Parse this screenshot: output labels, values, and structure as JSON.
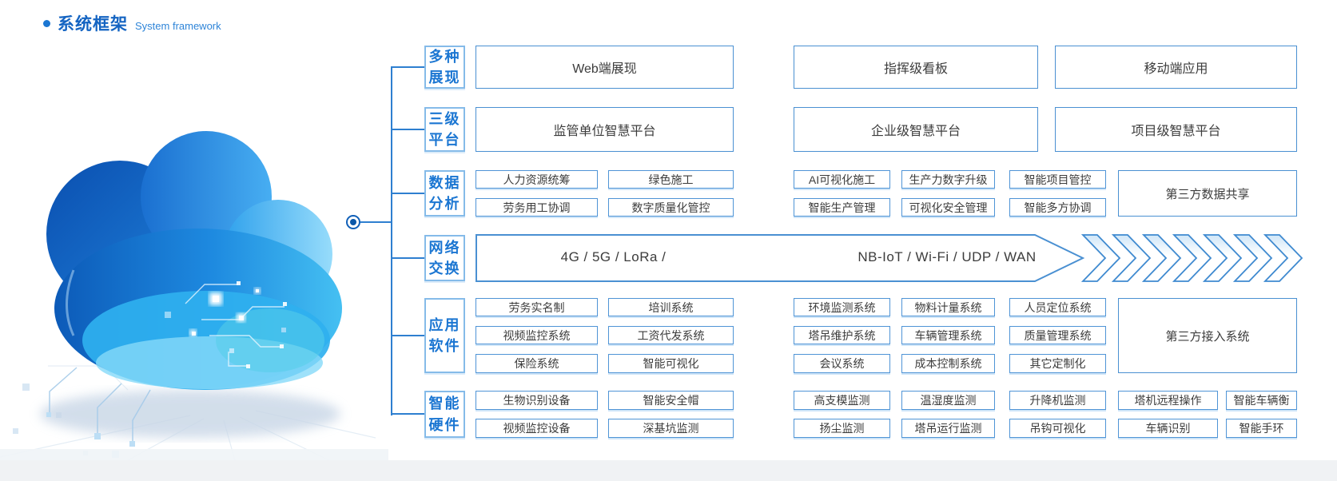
{
  "title": {
    "zh": "系统框架",
    "en": "System framework"
  },
  "categories": {
    "display": {
      "line1": "多种",
      "line2": "展现"
    },
    "platform": {
      "line1": "三级",
      "line2": "平台"
    },
    "data": {
      "line1": "数据",
      "line2": "分析"
    },
    "network": {
      "line1": "网络",
      "line2": "交换"
    },
    "software": {
      "line1": "应用",
      "line2": "软件"
    },
    "hardware": {
      "line1": "智能",
      "line2": "硬件"
    }
  },
  "display_row": {
    "col1": "Web端展现",
    "col2": "指挥级看板",
    "col3": "移动端应用"
  },
  "platform_row": {
    "col1": "监管单位智慧平台",
    "col2": "企业级智慧平台",
    "col3": "项目级智慧平台"
  },
  "data_analysis": {
    "left": [
      [
        "人力资源统筹",
        "绿色施工"
      ],
      [
        "劳务用工协调",
        "数字质量化管控"
      ]
    ],
    "right": [
      [
        "AI可视化施工",
        "生产力数字升级",
        "智能项目管控"
      ],
      [
        "智能生产管理",
        "可视化安全管理",
        "智能多方协调"
      ]
    ],
    "tall": "第三方数据共享"
  },
  "network_band": {
    "segment1": "4G / 5G / LoRa /",
    "segment2": "NB-IoT / Wi-Fi / UDP / WAN"
  },
  "software": {
    "left": [
      [
        "劳务实名制",
        "培训系统"
      ],
      [
        "视频监控系统",
        "工资代发系统"
      ],
      [
        "保险系统",
        "智能可视化"
      ]
    ],
    "right": [
      [
        "环境监测系统",
        "物料计量系统",
        "人员定位系统"
      ],
      [
        "塔吊维护系统",
        "车辆管理系统",
        "质量管理系统"
      ],
      [
        "会议系统",
        "成本控制系统",
        "其它定制化"
      ]
    ],
    "tall": "第三方接入系统"
  },
  "hardware": {
    "left": [
      [
        "生物识别设备",
        "智能安全帽"
      ],
      [
        "视频监控设备",
        "深基坑监测"
      ]
    ],
    "right": [
      [
        "高支模监测",
        "温湿度监测",
        "升降机监测",
        "塔机远程操作",
        "智能车辆衡"
      ],
      [
        "扬尘监测",
        "塔吊运行监测",
        "吊钩可视化",
        "车辆识别",
        "智能手环"
      ]
    ]
  },
  "colors": {
    "accent": "#1b76d2",
    "box_border": "#4a90d2",
    "line": "#2e7fd0",
    "text": "#3c3c3c"
  }
}
